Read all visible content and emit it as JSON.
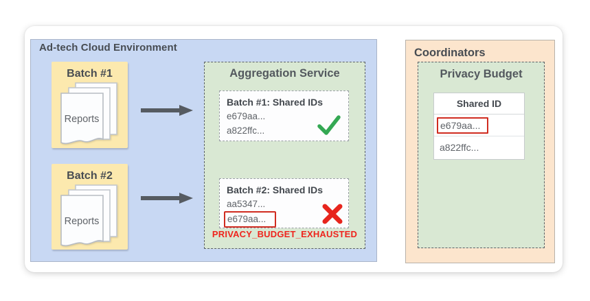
{
  "colors": {
    "env_blue": "#c8d8f3",
    "batch_yellow": "#fce9ae",
    "service_green": "#d9e8d3",
    "coordinator_orange": "#fce5cd",
    "success_green": "#34a853",
    "error_red": "#e7251d",
    "highlight_box_red": "#d02b1f",
    "arrow_gray": "#565b61"
  },
  "adtech": {
    "title": "Ad-tech Cloud Environment",
    "batches": [
      {
        "label": "Batch #1",
        "doc_label": "Reports"
      },
      {
        "label": "Batch #2",
        "doc_label": "Reports"
      }
    ]
  },
  "aggregation": {
    "title": "Aggregation Service",
    "results": [
      {
        "title": "Batch #1: Shared IDs",
        "ids": [
          "e679aa...",
          "a822ffc..."
        ],
        "status": "success",
        "status_icon": "check-icon"
      },
      {
        "title": "Batch #2: Shared IDs",
        "ids": [
          "aa5347...",
          "e679aa..."
        ],
        "status": "error",
        "status_icon": "cross-icon",
        "highlighted_id": "e679aa..."
      }
    ],
    "error_label": "PRIVACY_BUDGET_EXHAUSTED"
  },
  "coordinators": {
    "title": "Coordinators",
    "privacy_budget": {
      "title": "Privacy Budget",
      "table": {
        "header": "Shared ID",
        "rows": [
          {
            "value": "e679aa...",
            "highlighted": true
          },
          {
            "value": "a822ffc...",
            "highlighted": false
          }
        ]
      }
    }
  }
}
